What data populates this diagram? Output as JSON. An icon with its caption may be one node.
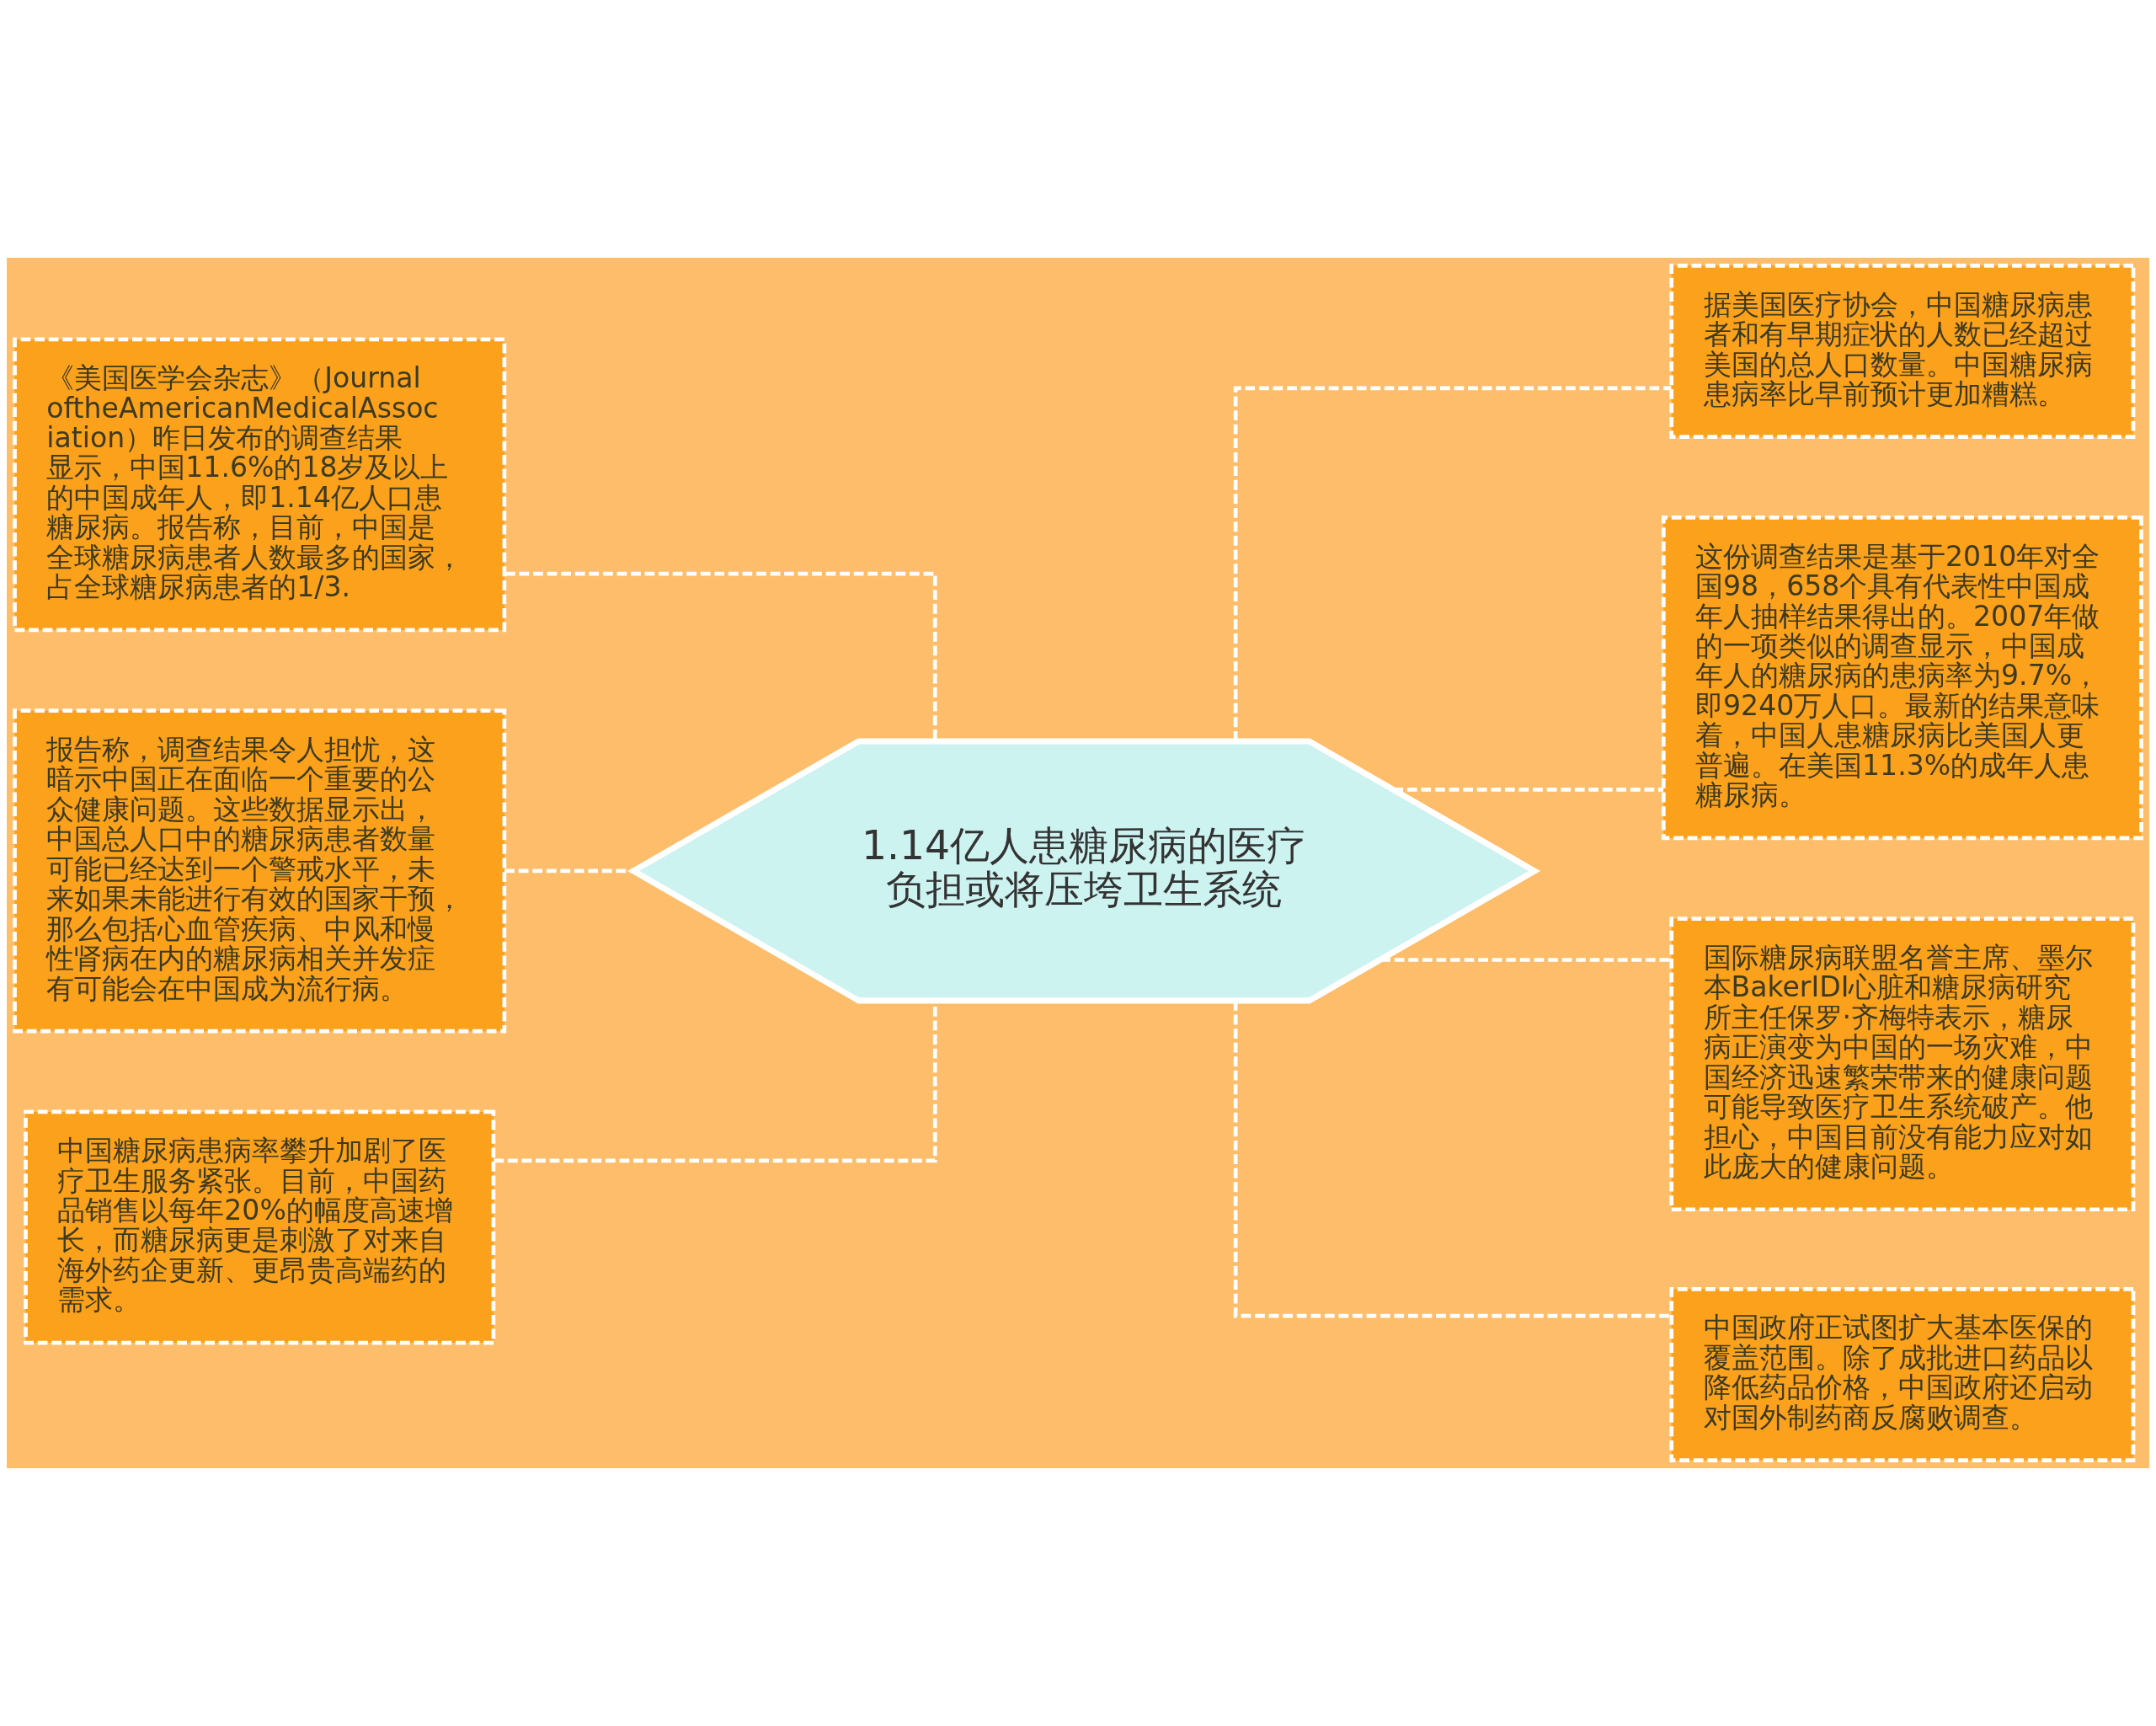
{
  "diagram": {
    "nodes": [
      {
        "text": [
          "1.14亿人患糖尿病的医疗负担或将压垮卫生系统"
        ]
      },
      {
        "text": [
          "《美国医学会杂志》（JournaloftheAmericanMedicalAssociation）昨日发布的调查结果显示，中国11.6%的18岁及以上的中国成年人，即1.14亿人口患糖尿病。报告称，目前，中国是全球糖尿病患者人数最多的国家，占全球糖尿病患者的1/3."
        ]
      },
      {
        "text": [
          "报告称，调查结果令人担忧，这暗示中国正在面临一个重要的公众健康问题。这些数据显示出，中国总人口中的糖尿病患者数量可能已经达到一个警戒水平，未来如果未能进行有效的国家干预，那么包括心血管疾病、中风和慢性肾病在内的糖尿病相关并发症有可能会在中国成为流行病。"
        ]
      },
      {
        "text": [
          "中国糖尿病患病率攀升加剧了医疗卫生服务紧张。目前，中国药品销售以每年20%的幅度高速增长，而糖尿病更是刺激了对来自海外药企更新、更昂贵高端药的需求。"
        ]
      },
      {
        "text": [
          "据美国医疗协会，中国糖尿病患者和有早期症状的人数已经超过美国的总人口数量。中国糖尿病患病率比早前预计更加糟糕。"
        ]
      },
      {
        "text": [
          "这份调查结果是基于2010年对全国98，658个具有代表性中国成年人抽样结果得出的。2007年做的一项类似的调查显示，中国成年人的糖尿病的患病率为9.7%，即9240万人口。最新的结果意味着，中国人患糖尿病比美国人更普遍。在美国11.3%的成年人患糖尿病。"
        ]
      },
      {
        "text": [
          "国际糖尿病联盟名誉主席、墨尔本BakerIDI心脏和糖尿病研究所主任保罗·齐梅特表示，糖尿病正演变为中国的一场灾难，中国经济迅速繁荣带来的健康问题可能导致医疗卫生系统破产。他担心，中国目前没有能力应对如此庞大的健康问题。"
        ]
      },
      {
        "text": [
          "中国政府正试图扩大基本医保的覆盖范围。除了成批进口药品以降低药品价格，中国政府还启动对国外制药商反腐败调查。"
        ]
      }
    ],
    "edges": [
      {
        "from": 1,
        "to": 0,
        "arrow": "none",
        "style": "dashed"
      },
      {
        "from": 2,
        "to": 0,
        "arrow": "none",
        "style": "dashed"
      },
      {
        "from": 3,
        "to": 0,
        "arrow": "none",
        "style": "dashed"
      },
      {
        "from": 0,
        "to": 4,
        "arrow": "none",
        "style": "dashed"
      },
      {
        "from": 0,
        "to": 5,
        "arrow": "none",
        "style": "dashed"
      },
      {
        "from": 0,
        "to": 6,
        "arrow": "none",
        "style": "dashed"
      },
      {
        "from": 0,
        "to": 7,
        "arrow": "none",
        "style": "dashed"
      }
    ]
  }
}
